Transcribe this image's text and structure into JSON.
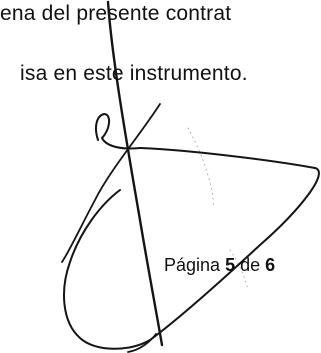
{
  "document": {
    "lines": [
      "ena del presente contrat",
      "isa en este instrumento."
    ],
    "footer": {
      "prefix": "Página ",
      "current_page": "5",
      "separator": " de ",
      "total_pages": "6"
    },
    "ink_color": "#111111"
  }
}
